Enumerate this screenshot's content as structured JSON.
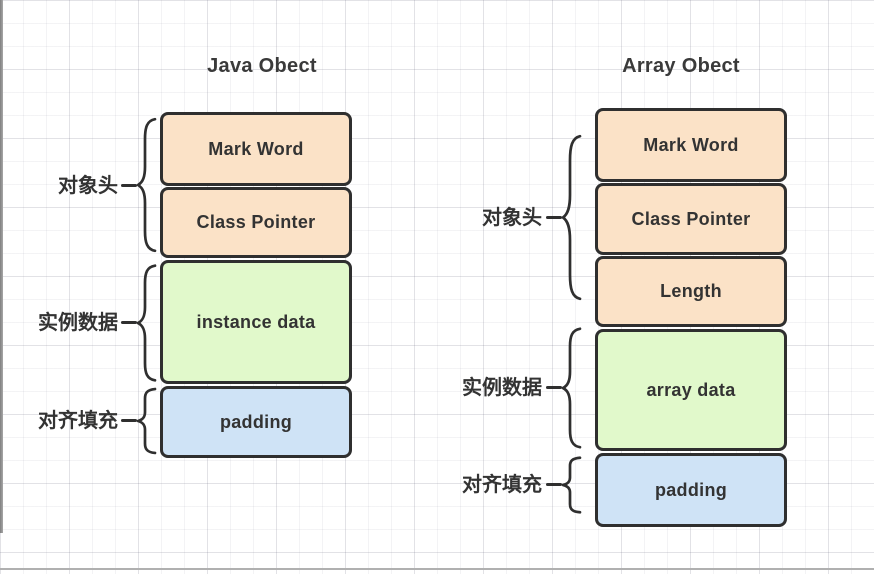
{
  "diagram": {
    "columns": [
      {
        "title": "Java Obect",
        "boxes": [
          {
            "label": "Mark Word"
          },
          {
            "label": "Class Pointer"
          },
          {
            "label": "instance data"
          },
          {
            "label": "padding"
          }
        ],
        "groups": [
          {
            "label": "对象头"
          },
          {
            "label": "实例数据"
          },
          {
            "label": "对齐填充"
          }
        ]
      },
      {
        "title": "Array Obect",
        "boxes": [
          {
            "label": "Mark Word"
          },
          {
            "label": "Class Pointer"
          },
          {
            "label": "Length"
          },
          {
            "label": "array data"
          },
          {
            "label": "padding"
          }
        ],
        "groups": [
          {
            "label": "对象头"
          },
          {
            "label": "实例数据"
          },
          {
            "label": "对齐填充"
          }
        ]
      }
    ],
    "colors": {
      "header_fill": "#FBE2C7",
      "instance_fill": "#E1F9CB",
      "padding_fill": "#CFE3F6",
      "stroke": "#2F2F2F",
      "text": "#333333"
    }
  }
}
